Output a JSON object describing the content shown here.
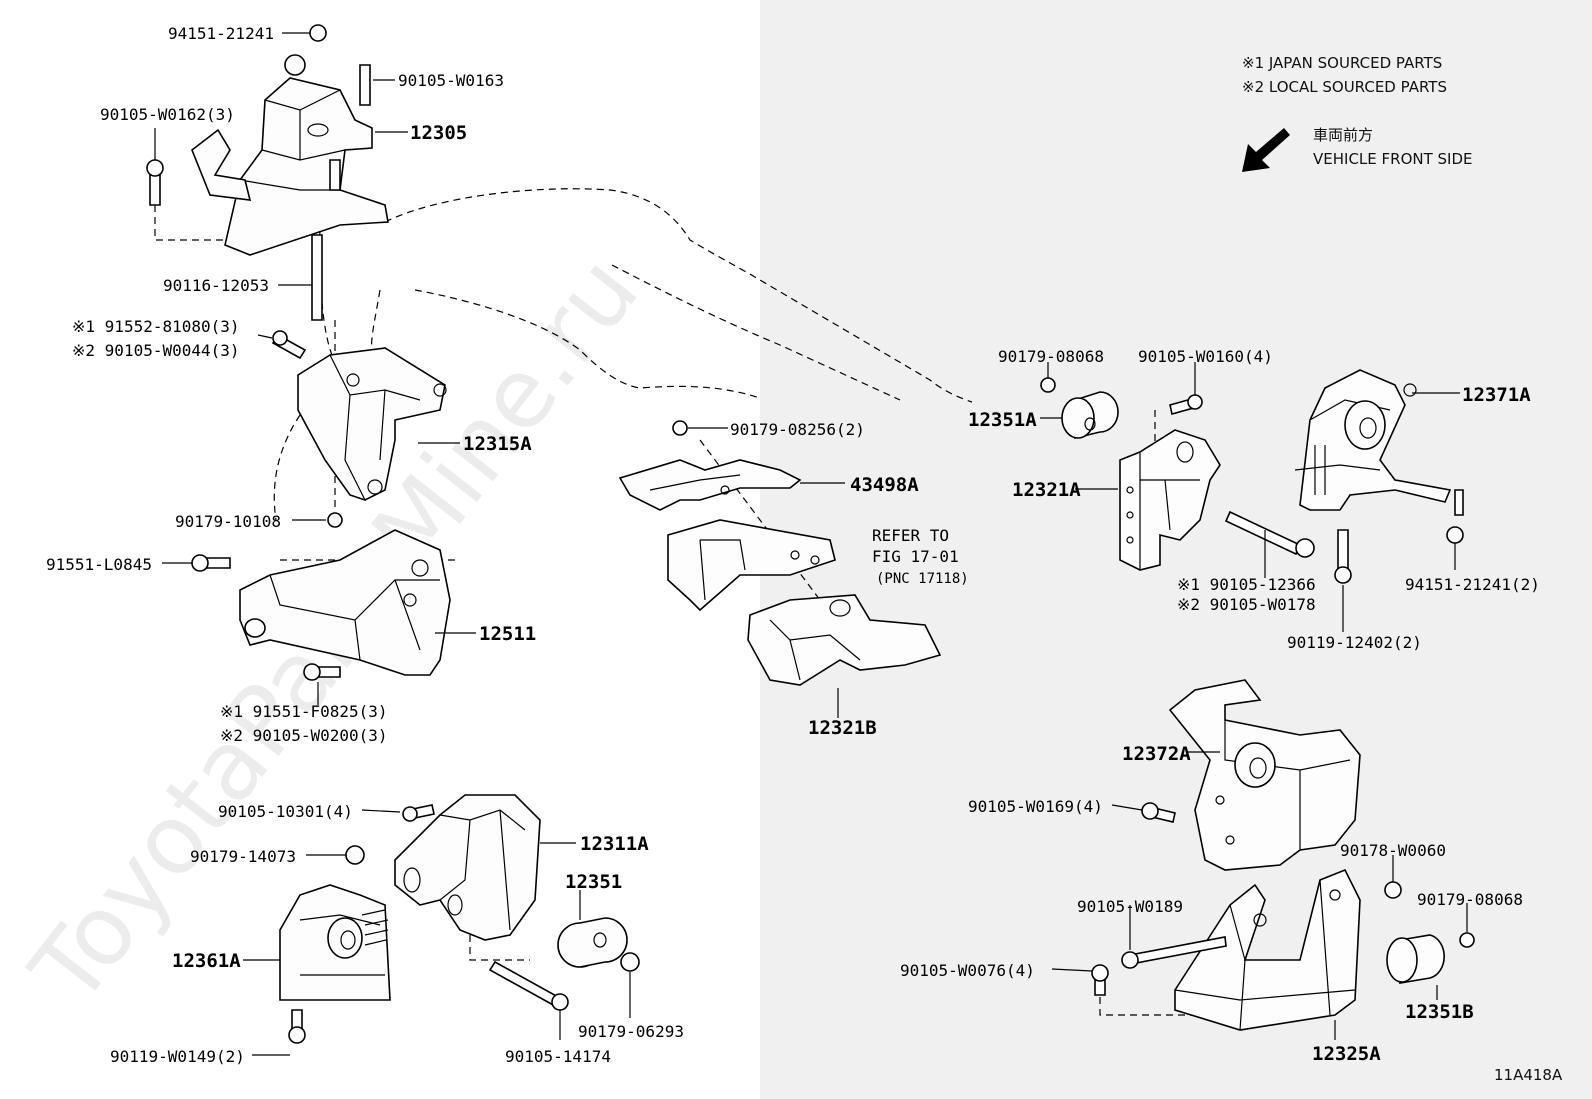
{
  "legend": {
    "note1": "※1  JAPAN SOURCED PARTS",
    "note2": "※2  LOCAL SOURCED PARTS",
    "direction_jp": "車両前方",
    "direction_en": "VEHICLE FRONT SIDE"
  },
  "watermark": "ToyotaPartsMine.ru",
  "refer": {
    "line1": "REFER TO",
    "line2": "FIG 17-01",
    "line3": "(PNC 17118)"
  },
  "figure_code": "11A418A",
  "labels": {
    "p94151_21241": "94151-21241",
    "p90105_W0163": "90105-W0163",
    "p90105_W0162": "90105-W0162(3)",
    "p12305": "12305",
    "p90116_12053": "90116-12053",
    "p91552_81080": "※1 91552-81080(3)",
    "p90105_W0044": "※2 90105-W0044(3)",
    "p12315A": "12315A",
    "p90179_10108": "90179-10108",
    "p91551_L0845": "91551-L0845",
    "p12511": "12511",
    "p91551_F0825": "※1 91551-F0825(3)",
    "p90105_W0200": "※2 90105-W0200(3)",
    "p90105_10301": "90105-10301(4)",
    "p12311A": "12311A",
    "p90179_14073": "90179-14073",
    "p12351": "12351",
    "p12361A": "12361A",
    "p90179_06293": "90179-06293",
    "p90119_W0149": "90119-W0149(2)",
    "p90105_14174": "90105-14174",
    "p90179_08256": "90179-08256(2)",
    "p43498A": "43498A",
    "p12321B": "12321B",
    "p90179_08068a": "90179-08068",
    "p90105_W0160": "90105-W0160(4)",
    "p12371A": "12371A",
    "p12351A": "12351A",
    "p12321A": "12321A",
    "p90105_12366": "※1 90105-12366",
    "p90105_W0178": "※2 90105-W0178",
    "p94151_21241_2": "94151-21241(2)",
    "p90119_12402": "90119-12402(2)",
    "p12372A": "12372A",
    "p90105_W0169": "90105-W0169(4)",
    "p90178_W0060": "90178-W0060",
    "p90105_W0189": "90105-W0189",
    "p90179_08068b": "90179-08068",
    "p90105_W0076": "90105-W0076(4)",
    "p12351B": "12351B",
    "p12325A": "12325A"
  }
}
